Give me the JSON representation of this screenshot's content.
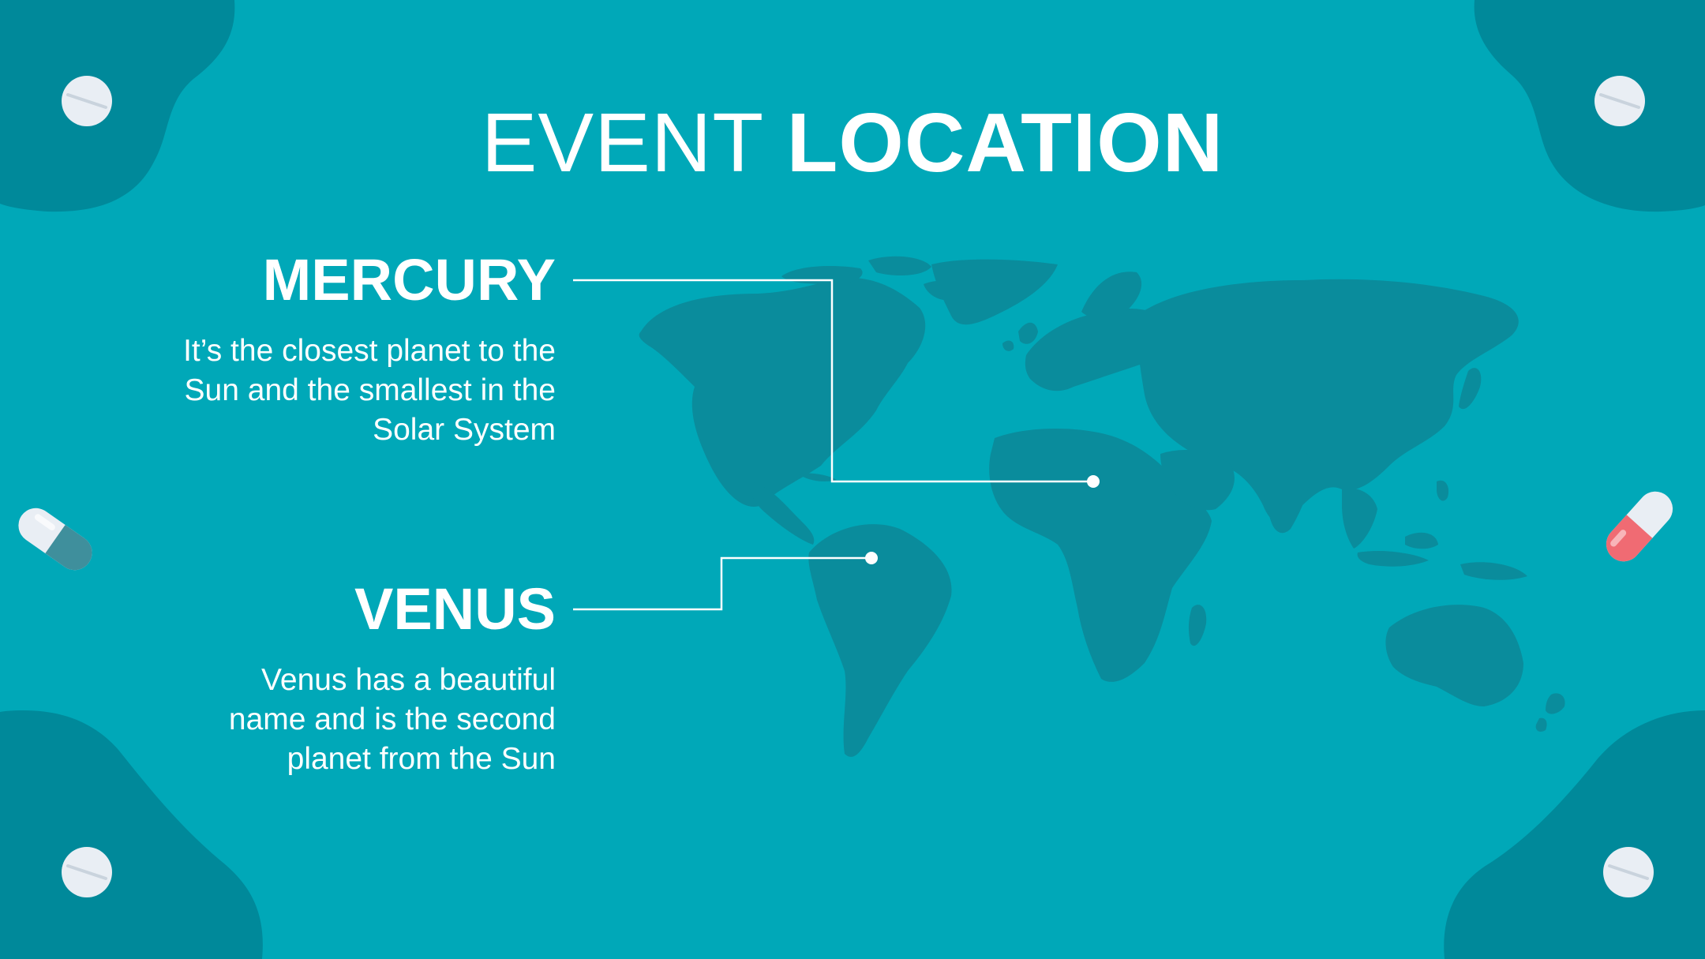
{
  "slide": {
    "title_light": "EVENT",
    "title_bold": "LOCATION"
  },
  "locations": [
    {
      "name": "MERCURY",
      "description_lines": [
        "It’s the closest planet to the",
        "Sun and the smallest in the",
        "Solar System"
      ]
    },
    {
      "name": "VENUS",
      "description_lines": [
        "Venus has a beautiful",
        "name and is the second",
        "planet from the Sun"
      ]
    }
  ],
  "colors": {
    "background": "#00a8b8",
    "blob": "#00899a",
    "map": "#0a8c9c",
    "text": "#ffffff",
    "pill_red": "#f06b73",
    "pill_teal": "#3f8f9c"
  },
  "icons": [
    "tablet-icon",
    "capsule-icon",
    "world-map"
  ]
}
